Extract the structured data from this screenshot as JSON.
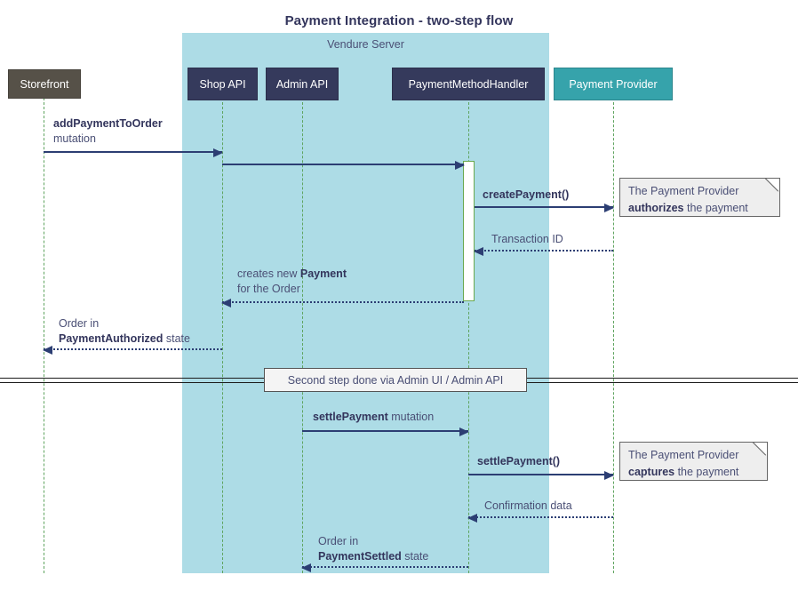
{
  "title": "Payment Integration - two-step flow",
  "colors": {
    "group_fill": "#addce6",
    "participant_dark": "#353a5c",
    "participant_storefront": "#565148",
    "participant_provider": "#36a3ab",
    "lifeline": "#5fa45f",
    "arrow": "#2c3e73",
    "text": "#4a4f75",
    "note_fill": "#eeeeee"
  },
  "group": {
    "label": "Vendure Server"
  },
  "participants": [
    {
      "name": "storefront",
      "label": "Storefront",
      "style": "storefront"
    },
    {
      "name": "shop-api",
      "label": "Shop API",
      "style": "dark"
    },
    {
      "name": "admin-api",
      "label": "Admin API",
      "style": "dark"
    },
    {
      "name": "payment-method-handler",
      "label": "PaymentMethodHandler",
      "style": "dark"
    },
    {
      "name": "payment-provider",
      "label": "Payment Provider",
      "style": "provider"
    }
  ],
  "messages": [
    {
      "name": "add-payment-to-order",
      "from": "storefront",
      "to": "shop-api",
      "line": "solid",
      "direction": "right",
      "label_lines": [
        {
          "bold": "addPaymentToOrder",
          "plain": ""
        },
        {
          "bold": "",
          "plain": "mutation"
        }
      ]
    },
    {
      "name": "shop-api-to-handler",
      "from": "shop-api",
      "to": "payment-method-handler",
      "line": "solid",
      "direction": "right",
      "label_lines": []
    },
    {
      "name": "create-payment",
      "from": "payment-method-handler",
      "to": "payment-provider",
      "line": "solid",
      "direction": "right",
      "label_lines": [
        {
          "bold": "createPayment()",
          "plain": ""
        }
      ]
    },
    {
      "name": "transaction-id",
      "from": "payment-provider",
      "to": "payment-method-handler",
      "line": "dotted",
      "direction": "left",
      "label_lines": [
        {
          "bold": "",
          "plain": "Transaction ID"
        }
      ]
    },
    {
      "name": "creates-new-payment",
      "from": "payment-method-handler",
      "to": "shop-api",
      "line": "dotted",
      "direction": "left",
      "label_lines": [
        {
          "bold": "",
          "plain": "creates new ",
          "bold_tail": "Payment"
        },
        {
          "bold": "",
          "plain": "for the Order"
        }
      ]
    },
    {
      "name": "order-payment-authorized",
      "from": "shop-api",
      "to": "storefront",
      "line": "dotted",
      "direction": "left",
      "label_lines": [
        {
          "bold": "",
          "plain": "Order in"
        },
        {
          "bold": "PaymentAuthorized",
          "plain": " state"
        }
      ]
    },
    {
      "name": "settle-payment-mutation",
      "from": "admin-api",
      "to": "payment-method-handler",
      "line": "solid",
      "direction": "right",
      "label_lines": [
        {
          "bold": "settlePayment",
          "plain": " mutation"
        }
      ]
    },
    {
      "name": "settle-payment-call",
      "from": "payment-method-handler",
      "to": "payment-provider",
      "line": "solid",
      "direction": "right",
      "label_lines": [
        {
          "bold": "settlePayment()",
          "plain": ""
        }
      ]
    },
    {
      "name": "confirmation-data",
      "from": "payment-provider",
      "to": "payment-method-handler",
      "line": "dotted",
      "direction": "left",
      "label_lines": [
        {
          "bold": "",
          "plain": "Confirmation data"
        }
      ]
    },
    {
      "name": "order-payment-settled",
      "from": "payment-method-handler",
      "to": "admin-api",
      "line": "dotted",
      "direction": "left",
      "label_lines": [
        {
          "bold": "",
          "plain": "Order in"
        },
        {
          "bold": "PaymentSettled",
          "plain": " state"
        }
      ]
    }
  ],
  "notes": [
    {
      "name": "note-authorizes",
      "line1": "The Payment Provider",
      "line2_bold": "authorizes",
      "line2_plain": " the payment"
    },
    {
      "name": "note-captures",
      "line1": "The Payment Provider",
      "line2_bold": "captures",
      "line2_plain": " the payment"
    }
  ],
  "divider": {
    "label": "Second step done via Admin UI / Admin API"
  }
}
